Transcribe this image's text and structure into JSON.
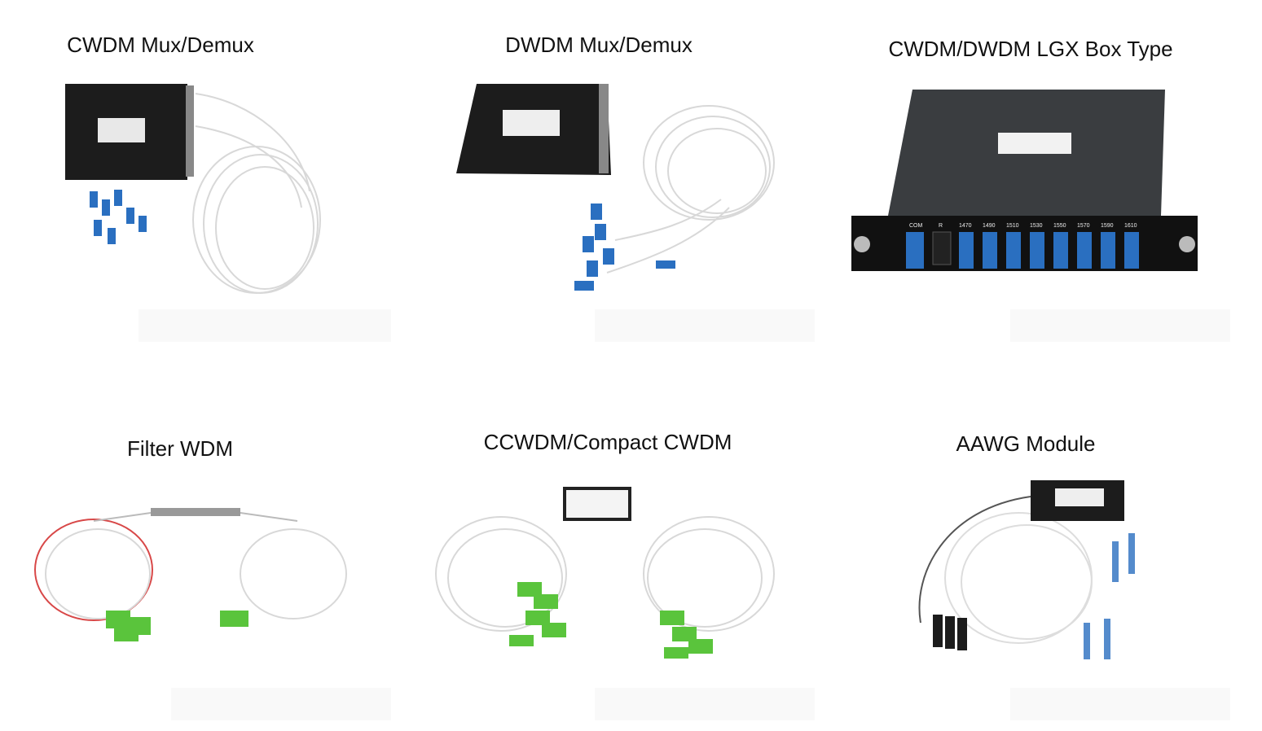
{
  "products": [
    {
      "title": "CWDM Mux/Demux"
    },
    {
      "title": "DWDM Mux/Demux"
    },
    {
      "title": "CWDM/DWDM LGX Box Type",
      "port_labels": [
        "COM",
        "R",
        "1470",
        "1490",
        "1510",
        "1530",
        "1550",
        "1570",
        "1590",
        "1610"
      ]
    },
    {
      "title": "Filter WDM"
    },
    {
      "title": "CCWDM/Compact CWDM"
    },
    {
      "title": "AAWG Module"
    }
  ],
  "colors": {
    "connector_blue": "#2a6fc0",
    "connector_green": "#5ac43c",
    "module_black": "#1c1c1c",
    "lgx_gray": "#3a3d40"
  }
}
